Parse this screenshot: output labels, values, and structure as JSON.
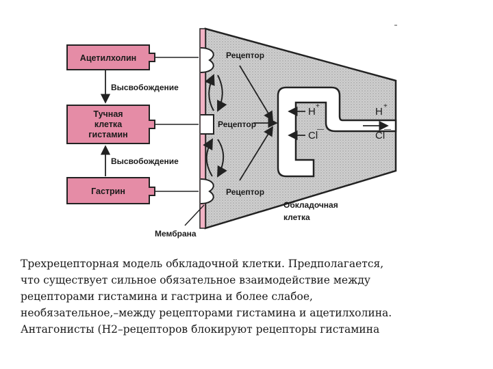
{
  "diagram": {
    "boxes": {
      "acetylcholine": "Ацетилхолин",
      "mast_cell": [
        "Тучная",
        "клетка",
        "гистамин"
      ],
      "gastrin": "Гастрин"
    },
    "labels": {
      "release_top": "Высвобождение",
      "release_bottom": "Высвобождение",
      "receptor_top": "Рецептор",
      "receptor_middle": "Рецептор",
      "receptor_bottom": "Рецептор",
      "parietal_cell": [
        "Обкладочная",
        "клетка"
      ],
      "membrane": "Мембрана"
    },
    "ions": {
      "h": "H",
      "cl": "Cl",
      "plus": "+",
      "minus": "—"
    },
    "colors": {
      "box_fill": "#e58ca6",
      "membrane_fill": "#f2b3c5",
      "cell_fill": "#c8c8c8",
      "outline": "#222222"
    }
  },
  "caption": {
    "lines": [
      "Трехрецепторная модель обкладочной клетки. Предполагается,",
      "что существует сильное обязательное взаимодействие между",
      "рецепторами гистамина и гастрина и более слабое,",
      "необязательное,–между рецепторами гистамина и ацетилхолина.",
      "Антагонисты (Н2–рецепторов блокируют рецепторы гистамина"
    ]
  }
}
